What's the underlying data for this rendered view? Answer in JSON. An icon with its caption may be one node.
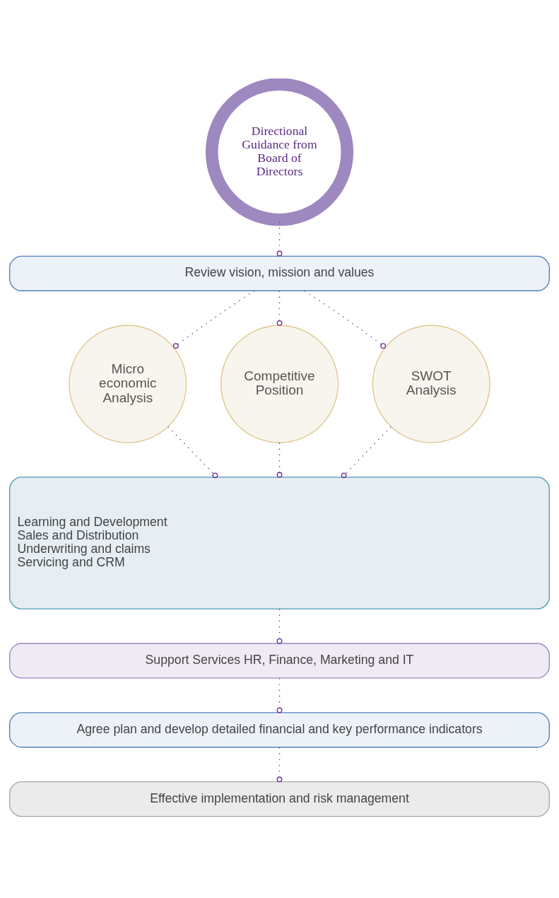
{
  "diagram": {
    "nodes": [
      {
        "text": [
          "Directional Guidance from Board of Directors"
        ]
      },
      {
        "text": [
          "Review vision, mission and values"
        ]
      },
      {
        "text": [
          "Micro economic Analysis"
        ]
      },
      {
        "text": [
          "Competitive Position"
        ]
      },
      {
        "text": [
          "SWOT Analysis"
        ]
      },
      {
        "text": [
          "Learning and Development",
          "Sales and Distribution",
          "Underwriting and claims",
          "Servicing and CRM"
        ]
      },
      {
        "text": [
          "Support Services HR, Finance, Marketing and IT"
        ]
      },
      {
        "text": [
          "Agree plan and develop detailed financial and key performance indicators"
        ]
      },
      {
        "text": [
          "Effective implementation and risk management"
        ]
      }
    ],
    "edges": [
      {
        "from": 0,
        "to": 1,
        "arrow": "other"
      },
      {
        "from": 1,
        "to": 2,
        "arrow": "other"
      },
      {
        "from": 1,
        "to": 3,
        "arrow": "other"
      },
      {
        "from": 1,
        "to": 4,
        "arrow": "other"
      },
      {
        "from": 2,
        "to": 5,
        "arrow": "other"
      },
      {
        "from": 3,
        "to": 5,
        "arrow": "other"
      },
      {
        "from": 4,
        "to": 5,
        "arrow": "other"
      },
      {
        "from": 5,
        "to": 6,
        "arrow": "other"
      },
      {
        "from": 6,
        "to": 7,
        "arrow": "other"
      },
      {
        "from": 7,
        "to": 8,
        "arrow": "other"
      }
    ]
  }
}
